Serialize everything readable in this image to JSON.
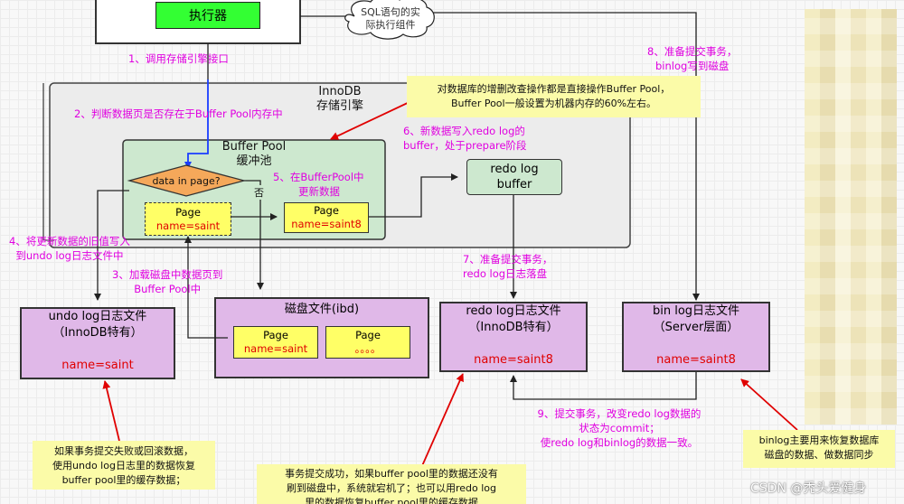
{
  "executor": {
    "label": "执行器"
  },
  "cloud": {
    "line1": "SQL语句的实",
    "line2": "际执行组件"
  },
  "innodb": {
    "line1": "InnoDB",
    "line2": "存储引擎"
  },
  "buffer_pool": {
    "line1": "Buffer Pool",
    "line2": "缓冲池"
  },
  "decision": {
    "label": "data in page?",
    "no_label": "否"
  },
  "page_old": {
    "title": "Page",
    "value": "name=saint"
  },
  "page_new": {
    "title": "Page",
    "value": "name=saint8"
  },
  "redo_buffer": {
    "line1": "redo log",
    "line2": "buffer"
  },
  "undo_file": {
    "line1": "undo log日志文件",
    "line2": "（InnoDB特有）",
    "value": "name=saint"
  },
  "disk": {
    "title": "磁盘文件(ibd)",
    "page1_title": "Page",
    "page1_value": "name=saint",
    "page2_title": "Page",
    "page2_value": "。。。。"
  },
  "redo_file": {
    "line1": "redo log日志文件",
    "line2": "（InnoDB特有）",
    "value": "name=saint8"
  },
  "binlog_file": {
    "line1": "bin log日志文件",
    "line2": "（Server层面）",
    "value": "name=saint8"
  },
  "steps": {
    "s1": "1、调用存储引擎接口",
    "s2": "2、判断数据页是否存在于Buffer Pool内存中",
    "s3_line1": "3、加载磁盘中数据页到",
    "s3_line2": "Buffer Pool中",
    "s4_line1": "4、将更新数据的旧值写入",
    "s4_line2": "到undo log日志文件中",
    "s5_line1": "5、在BufferPool中",
    "s5_line2": "更新数据",
    "s6_line1": "6、新数据写入redo log的",
    "s6_line2": "buffer，处于prepare阶段",
    "s7_line1": "7、准备提交事务，",
    "s7_line2": "redo log日志落盘",
    "s8_line1": "8、准备提交事务，",
    "s8_line2": "binlog写到磁盘",
    "s9_line1": "9、提交事务，改变redo log数据的",
    "s9_line2": "状态为commit；",
    "s9_line3": "使redo log和binlog的数据一致。"
  },
  "notes": {
    "top_line1": "对数据库的增删改查操作都是直接操作Buffer Pool，",
    "top_line2": "Buffer Pool一般设置为机器内存的60%左右。",
    "undo_line1": "如果事务提交失败或回滚数据，",
    "undo_line2": "使用undo log日志里的数据恢复",
    "undo_line3": "buffer pool里的缓存数据；",
    "redo_line1": "事务提交成功，如果buffer pool里的数据还没有",
    "redo_line2": "刷到磁盘中，系统就宕机了；也可以用redo log",
    "redo_line3": "里的数据恢复buffer pool里的缓存数据",
    "binlog_line1": "binlog主要用来恢复数据库",
    "binlog_line2": "磁盘的数据、做数据同步"
  },
  "watermark": "CSDN @秃头爱健身",
  "colors": {
    "step_text": "#e000e0",
    "value_text": "#e00000",
    "arrow_red": "#e00000",
    "arrow_blue": "#1a3cff",
    "executor_fill": "#33ff33",
    "buffer_pool_fill": "#cde8cf",
    "file_fill": "#e0b8e8",
    "note_fill": "#fbfba8",
    "decision_fill": "#f5a85a",
    "page_fill": "#ffff66"
  }
}
